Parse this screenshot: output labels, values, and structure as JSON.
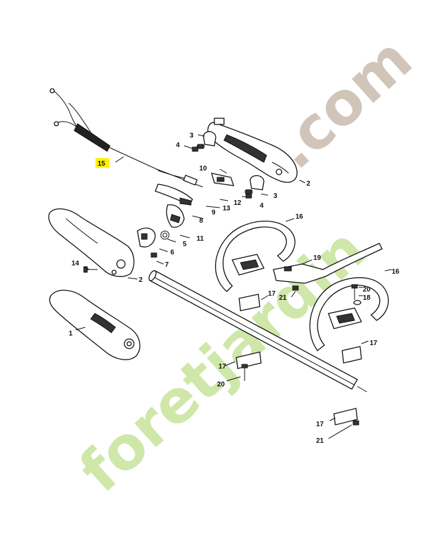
{
  "watermark": {
    "text": "foretjardin.com",
    "color_green": "#c7e39a",
    "color_grey": "#cdbfb3"
  },
  "highlight_color": "#fff200",
  "callouts": {
    "c15": "15",
    "c3a": "3",
    "c4a": "4",
    "c2a": "2",
    "c10": "10",
    "c3b": "3",
    "c4b": "4",
    "c12": "12",
    "c13": "13",
    "c9": "9",
    "c8": "8",
    "c11": "11",
    "c5": "5",
    "c6": "6",
    "c7": "7",
    "c14": "14",
    "c2b": "2",
    "c1": "1",
    "c16a": "16",
    "c19": "19",
    "c17a": "17",
    "c21a": "21",
    "c16b": "16",
    "c20a": "20",
    "c18": "18",
    "c17b": "17",
    "c17c": "17",
    "c20b": "20",
    "c17d": "17",
    "c21b": "21"
  }
}
